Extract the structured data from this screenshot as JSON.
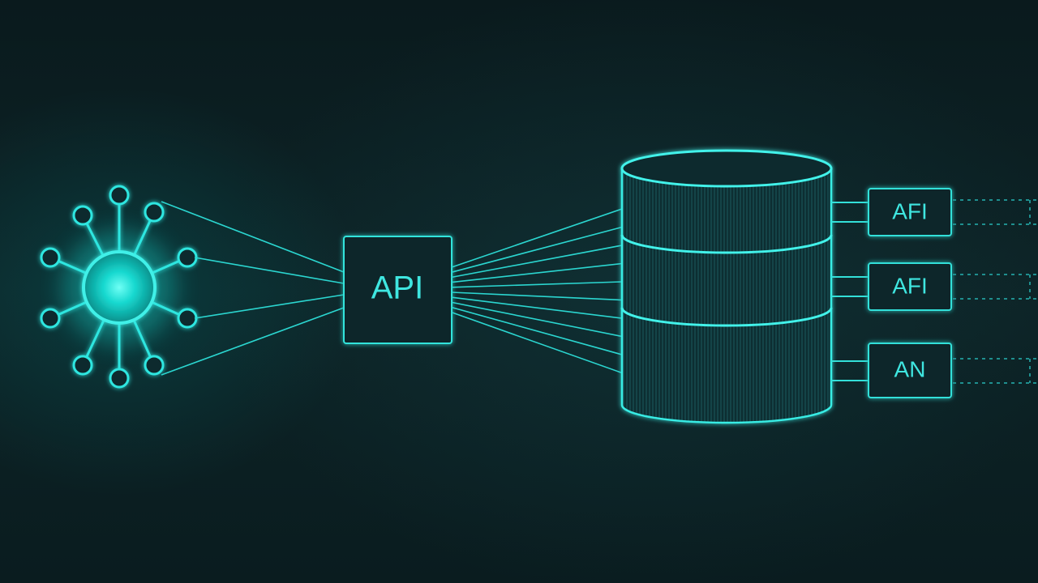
{
  "diagram": {
    "hub": {
      "icon": "network-hub-icon"
    },
    "api_box": {
      "label": "API"
    },
    "database": {
      "icon": "database-cylinder-icon",
      "segments": 3
    },
    "endpoints": [
      {
        "label": "AFI"
      },
      {
        "label": "AFI"
      },
      {
        "label": "AN"
      }
    ]
  },
  "colors": {
    "background": "#0b1f22",
    "stroke": "#2ee6e0",
    "glow": "#00fff0",
    "dim_stroke": "#1f8f8f"
  }
}
